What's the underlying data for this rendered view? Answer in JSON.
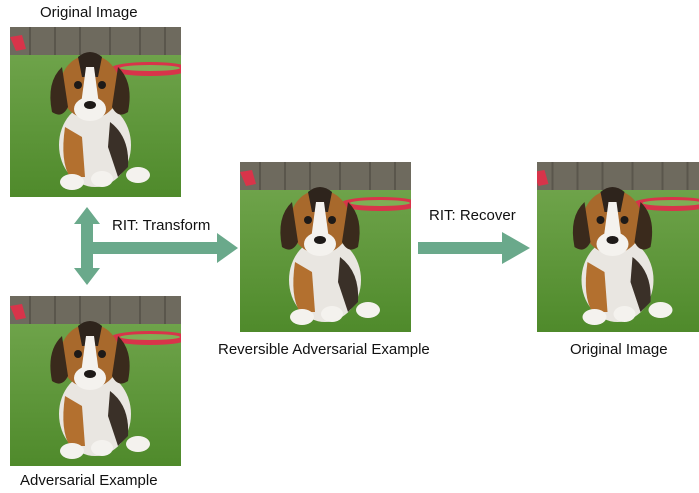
{
  "labels": {
    "top_original": "Original Image",
    "adversarial": "Adversarial Example",
    "reversible": "Reversible Adversarial Example",
    "right_original": "Original Image",
    "transform": "RIT: Transform",
    "recover": "RIT: Recover"
  },
  "colors": {
    "arrow": "#6aa98b",
    "grass": "#4f8a2b",
    "fence": "#6e6a5e",
    "hose": "#d8344a"
  },
  "images": [
    {
      "name": "original-image-top",
      "depicts": "beagle puppy sitting on grass"
    },
    {
      "name": "adversarial-example-image",
      "depicts": "beagle puppy sitting on grass"
    },
    {
      "name": "reversible-adversarial-image",
      "depicts": "beagle puppy sitting on grass"
    },
    {
      "name": "original-image-right",
      "depicts": "beagle puppy sitting on grass"
    }
  ]
}
